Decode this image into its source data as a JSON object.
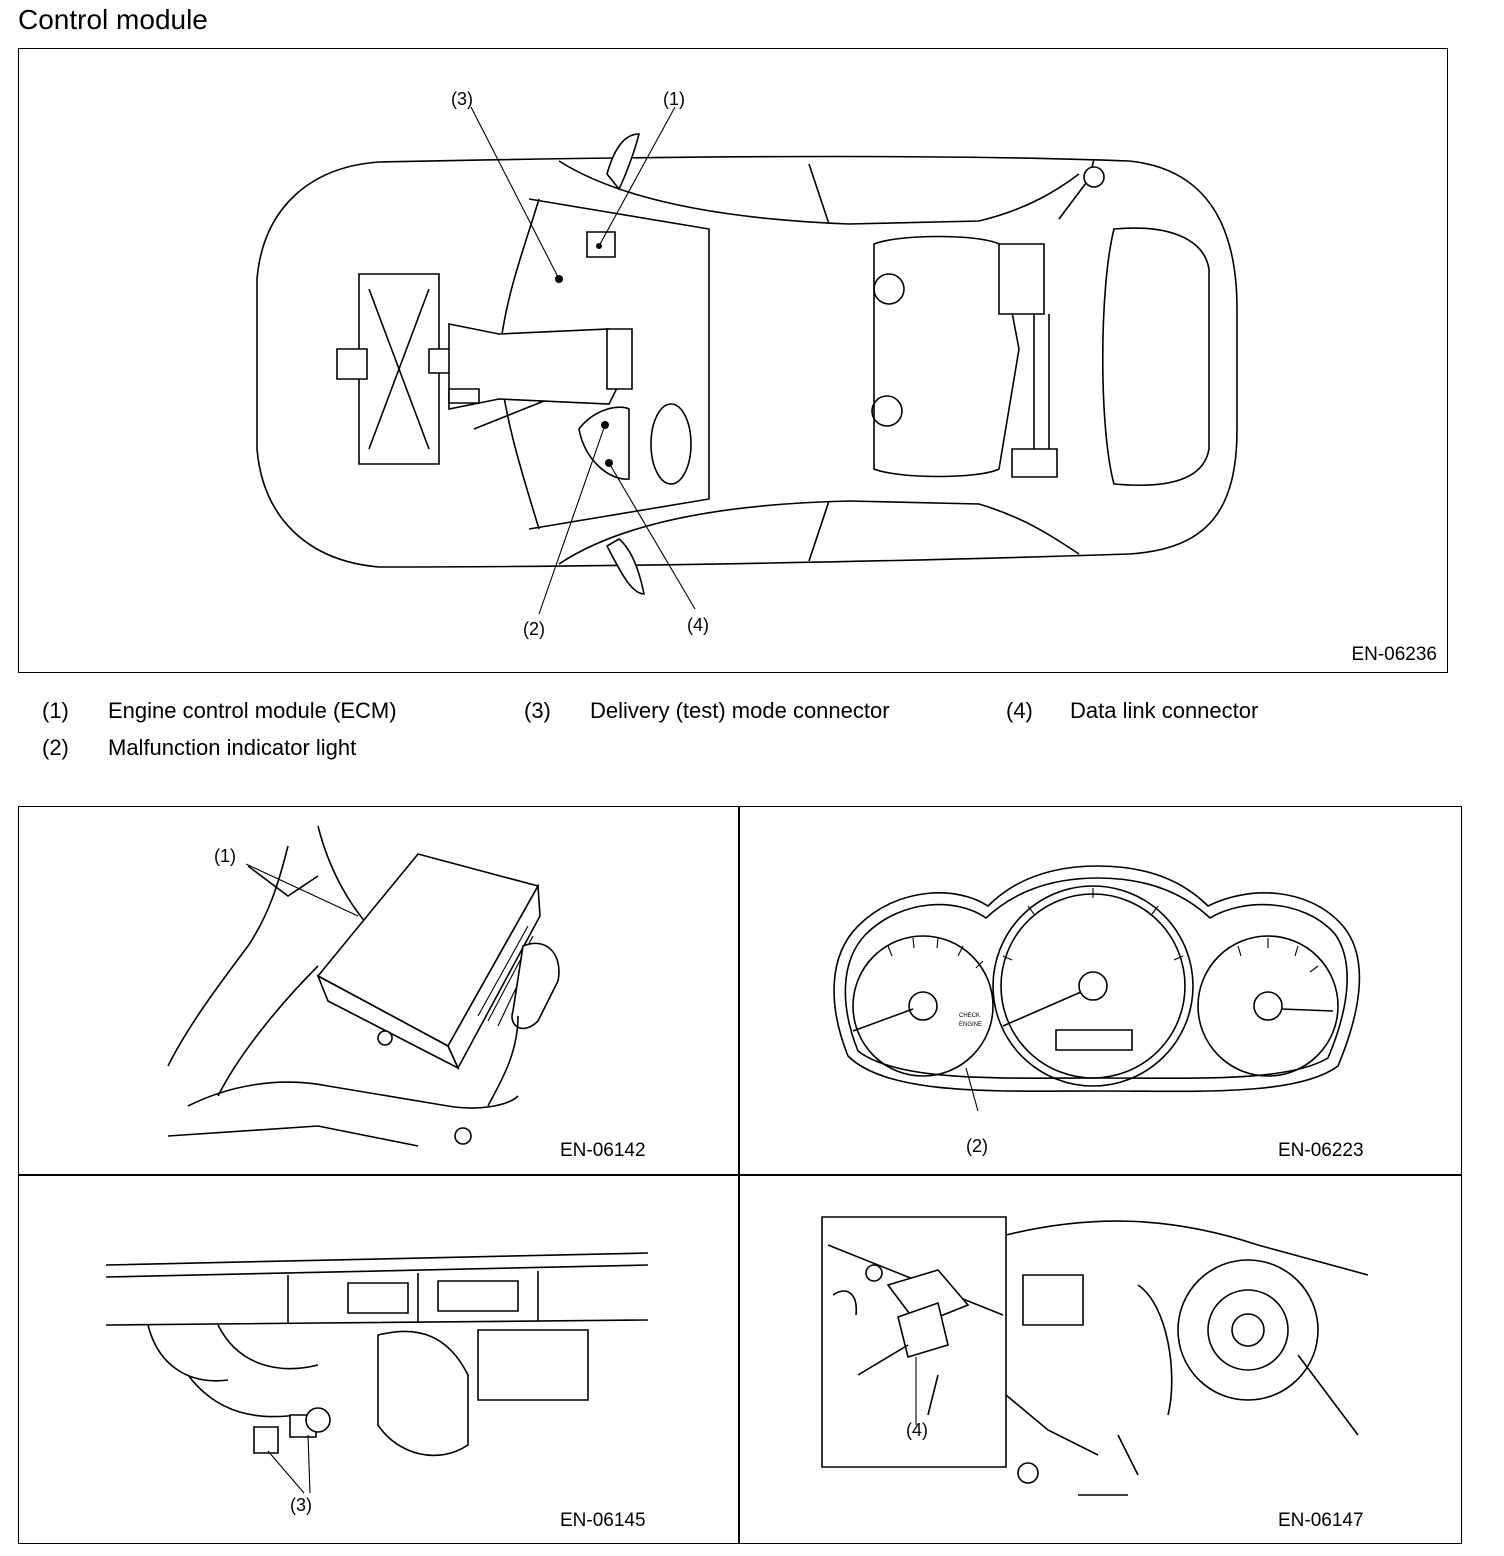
{
  "title": "Control module",
  "figures": {
    "overview": {
      "code": "EN-06236",
      "callouts": [
        "(1)",
        "(2)",
        "(3)",
        "(4)"
      ]
    },
    "ecm": {
      "code": "EN-06142",
      "callout": "(1)"
    },
    "mil": {
      "code": "EN-06223",
      "callout": "(2)",
      "lamp_text": [
        "CHECK",
        "ENGINE"
      ]
    },
    "delivery": {
      "code": "EN-06145",
      "callout": "(3)"
    },
    "dlc": {
      "code": "EN-06147",
      "callout": "(4)"
    }
  },
  "legend": [
    {
      "num": "(1)",
      "label": "Engine control module (ECM)"
    },
    {
      "num": "(3)",
      "label": "Delivery (test) mode connector"
    },
    {
      "num": "(4)",
      "label": "Data link connector"
    },
    {
      "num": "(2)",
      "label": "Malfunction indicator light"
    }
  ]
}
